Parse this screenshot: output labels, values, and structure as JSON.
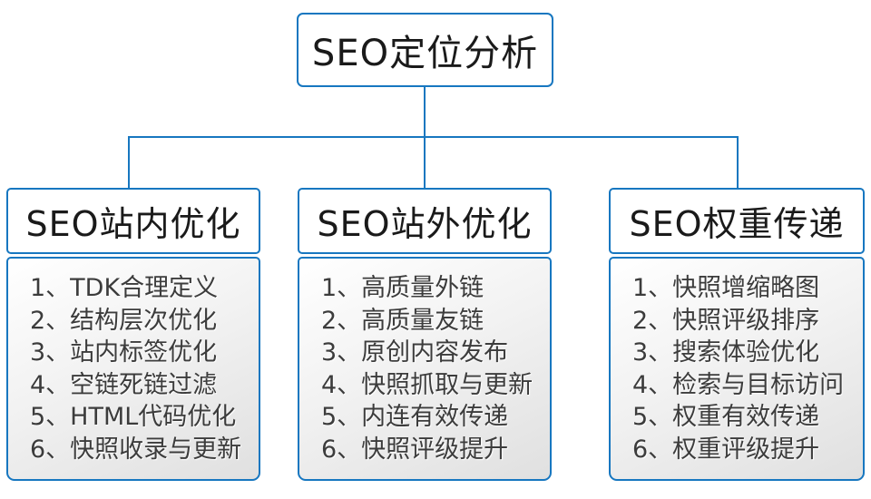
{
  "colors": {
    "accent_line": "#1777c0",
    "header_text": "#1a1a1a",
    "item_text": "#3c3c3c",
    "list_gradient_top": "#ffffff",
    "list_gradient_bottom": "#e0e0e0"
  },
  "root": {
    "title": "SEO定位分析"
  },
  "branches": [
    {
      "title": "SEO站内优化",
      "items": [
        "1、TDK合理定义",
        "2、结构层次优化",
        "3、站内标签优化",
        "4、空链死链过滤",
        "5、HTML代码优化",
        "6、快照收录与更新"
      ]
    },
    {
      "title": "SEO站外优化",
      "items": [
        "1、高质量外链",
        "2、高质量友链",
        "3、原创内容发布",
        "4、快照抓取与更新",
        "5、内连有效传递",
        "6、快照评级提升"
      ]
    },
    {
      "title": "SEO权重传递",
      "items": [
        "1、快照增缩略图",
        "2、快照评级排序",
        "3、搜索体验优化",
        "4、检索与目标访问",
        "5、权重有效传递",
        "6、权重评级提升"
      ]
    }
  ]
}
